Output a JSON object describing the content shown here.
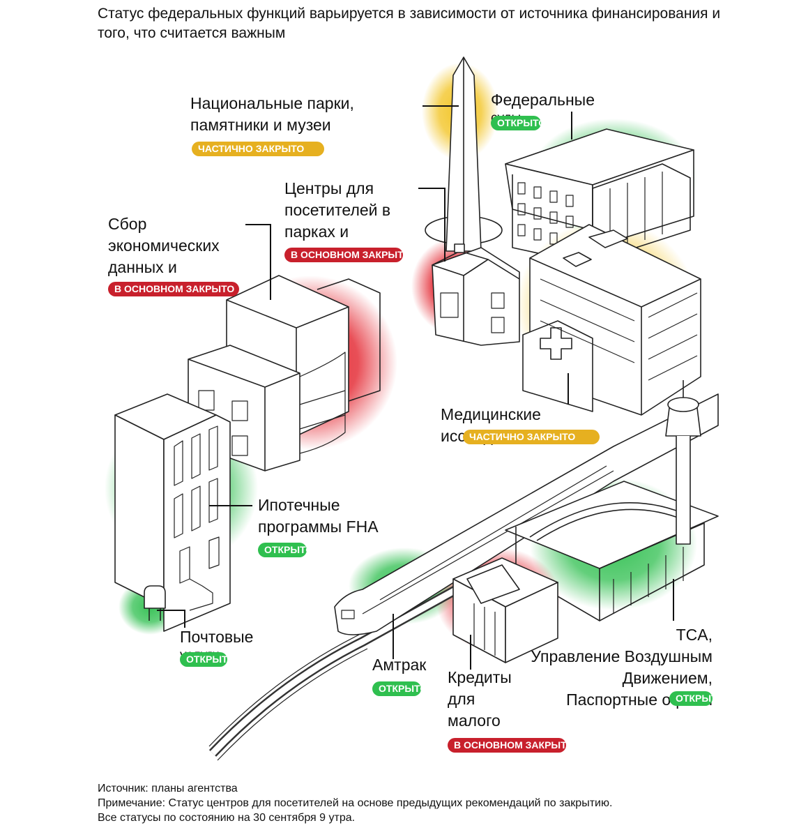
{
  "title": "Статус федеральных функций варьируется в зависимости от источника финансирования и того, что считается важным",
  "colors": {
    "open": "#2fbf4f",
    "partial": "#e6b020",
    "closed": "#c8202c"
  },
  "labels": {
    "parks": {
      "line1": "Национальные парки,",
      "line2": "памятники и музеи",
      "status": "ЧАСТИЧНО ЗАКРЫТО"
    },
    "courts": {
      "line1": "Федеральные",
      "line2": "суды",
      "status": "ОТКРЫТО"
    },
    "visitor_centers": {
      "line1": "Центры для",
      "line2": "посетителей в",
      "line3": "парках и",
      "status": "В ОСНОВНОМ ЗАКРЫТО"
    },
    "economic_data": {
      "line1": "Сбор",
      "line2": "экономических",
      "line3": "данных и",
      "status": "В ОСНОВНОМ ЗАКРЫТО"
    },
    "medical": {
      "line1": "Медицинские",
      "line2": "исследования",
      "status": "ЧАСТИЧНО ЗАКРЫТО"
    },
    "fha": {
      "line1": "Ипотечные",
      "line2": "программы FHA",
      "status": "ОТКРЫТО"
    },
    "postal": {
      "line1": "Почтовые",
      "line2": "услуги",
      "status": "ОТКРЫТО"
    },
    "amtrak": {
      "line1": "Амтрак",
      "status": "ОТКРЫТО"
    },
    "small_business": {
      "line1": "Кредиты",
      "line2": "для",
      "line3": "малого",
      "status": "В ОСНОВНОМ ЗАКРЫТО"
    },
    "tsa": {
      "line1": "TCA,",
      "line2": "Управление Воздушным",
      "line3": "Движением,",
      "line4": "Паспортные офисы",
      "status": "ОТКРЫТО"
    }
  },
  "footer": {
    "source": "Источник: планы агентства",
    "note": "Примечание: Статус центров для посетителей на основе предыдущих рекомендаций по закрытию.",
    "asof": "Все статусы по состоянию на 30 сентября 9 утра."
  }
}
